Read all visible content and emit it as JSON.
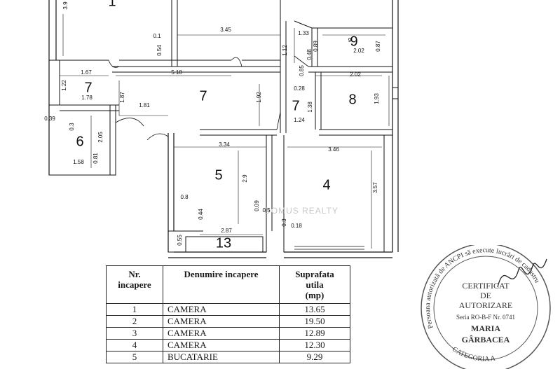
{
  "plan": {
    "room_labels": [
      "1",
      "7",
      "7",
      "7",
      "9",
      "8",
      "6",
      "5",
      "4",
      "13"
    ],
    "dims": [
      "3.9",
      "0.1",
      "0.54",
      "3.45",
      "1.12",
      "1.33",
      "0.89",
      "0.48",
      "9",
      "2.02",
      "0.87",
      "1.67",
      "5.18",
      "0.85",
      "1.22",
      "1.78",
      "1.87",
      "0.28",
      "2.02",
      "1.93",
      "1.92",
      "1.38",
      "0.39",
      "0.3",
      "1.81",
      "1.24",
      "2.05",
      "3.34",
      "3.46",
      "1.58",
      "0.81",
      "2.9",
      "3.57",
      "0.8",
      "0.44",
      "0.09",
      "0.5",
      "0.3",
      "0.18",
      "0.55",
      "2.87"
    ],
    "watermark": "DOMUS REALTY"
  },
  "table": {
    "headers": [
      "Nr.\nincapere",
      "Denumire incapere",
      "Suprafata\nutila\n(mp)"
    ],
    "rows": [
      {
        "nr": "1",
        "name": "CAMERA",
        "area": "13.65"
      },
      {
        "nr": "2",
        "name": "CAMERA",
        "area": "19.50"
      },
      {
        "nr": "3",
        "name": "CAMERA",
        "area": "12.89"
      },
      {
        "nr": "4",
        "name": "CAMERA",
        "area": "12.30"
      },
      {
        "nr": "5",
        "name": "BUCATARIE",
        "area": "9.29"
      }
    ]
  },
  "stamp": {
    "arc_text": "Persoana autorizată de ANCPI să execute lucrări de cadastru",
    "bottom_text": "CATEGORIA A",
    "line1": "CERTIFICAT",
    "line2": "DE",
    "line3": "AUTORIZARE",
    "line4": "Seria RO-B-F Nr. 0741",
    "line5": "MARIA",
    "line6": "GÂRBACEA"
  }
}
